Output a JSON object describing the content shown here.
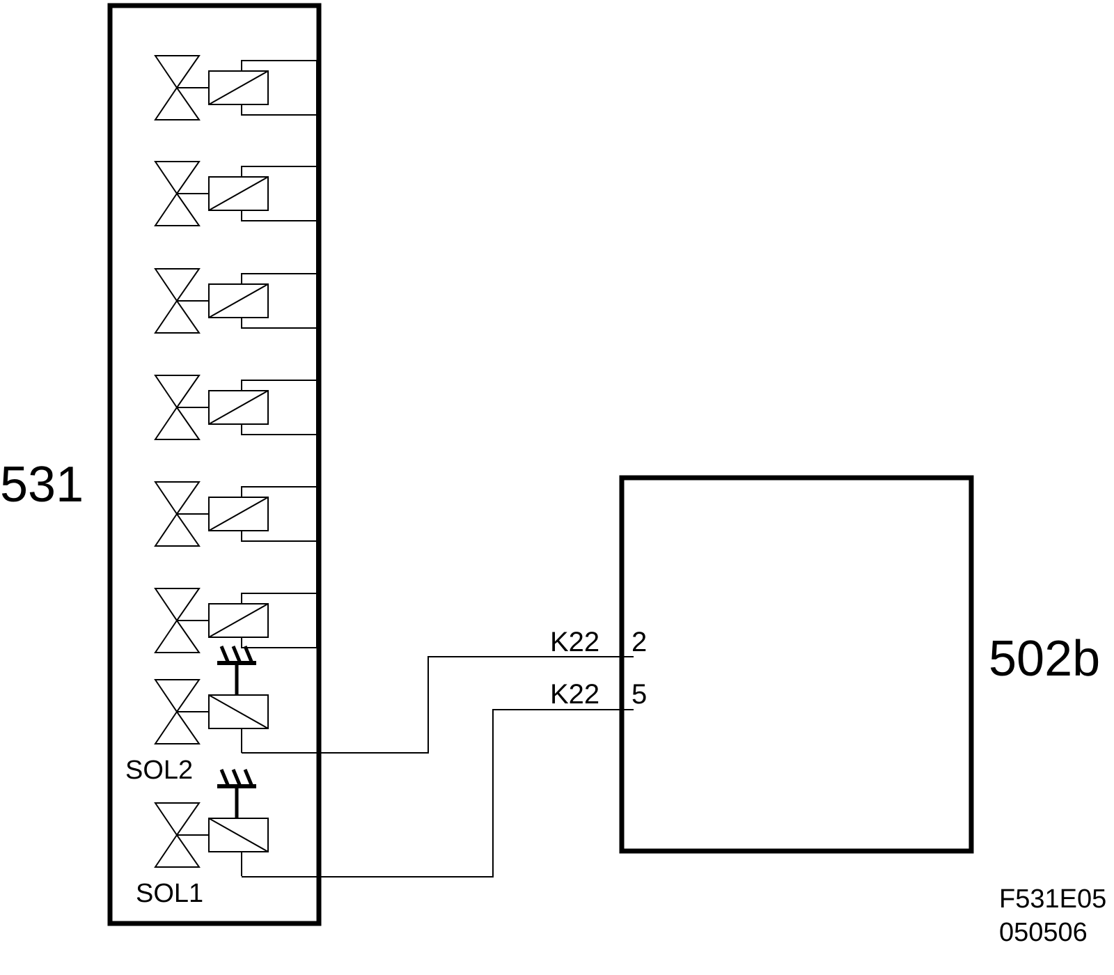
{
  "module_531": {
    "label": "531"
  },
  "module_502b": {
    "label": "502b"
  },
  "solenoids": [
    {
      "label": ""
    },
    {
      "label": ""
    },
    {
      "label": ""
    },
    {
      "label": ""
    },
    {
      "label": ""
    },
    {
      "label": ""
    },
    {
      "label": "SOL2"
    },
    {
      "label": "SOL1"
    }
  ],
  "connections": [
    {
      "connector": "K22",
      "pin": "2"
    },
    {
      "connector": "K22",
      "pin": "5"
    }
  ],
  "figure_code": {
    "line1": "F531E05",
    "line2": "050506"
  },
  "colors": {
    "ink": "#000000",
    "background": "#ffffff"
  }
}
